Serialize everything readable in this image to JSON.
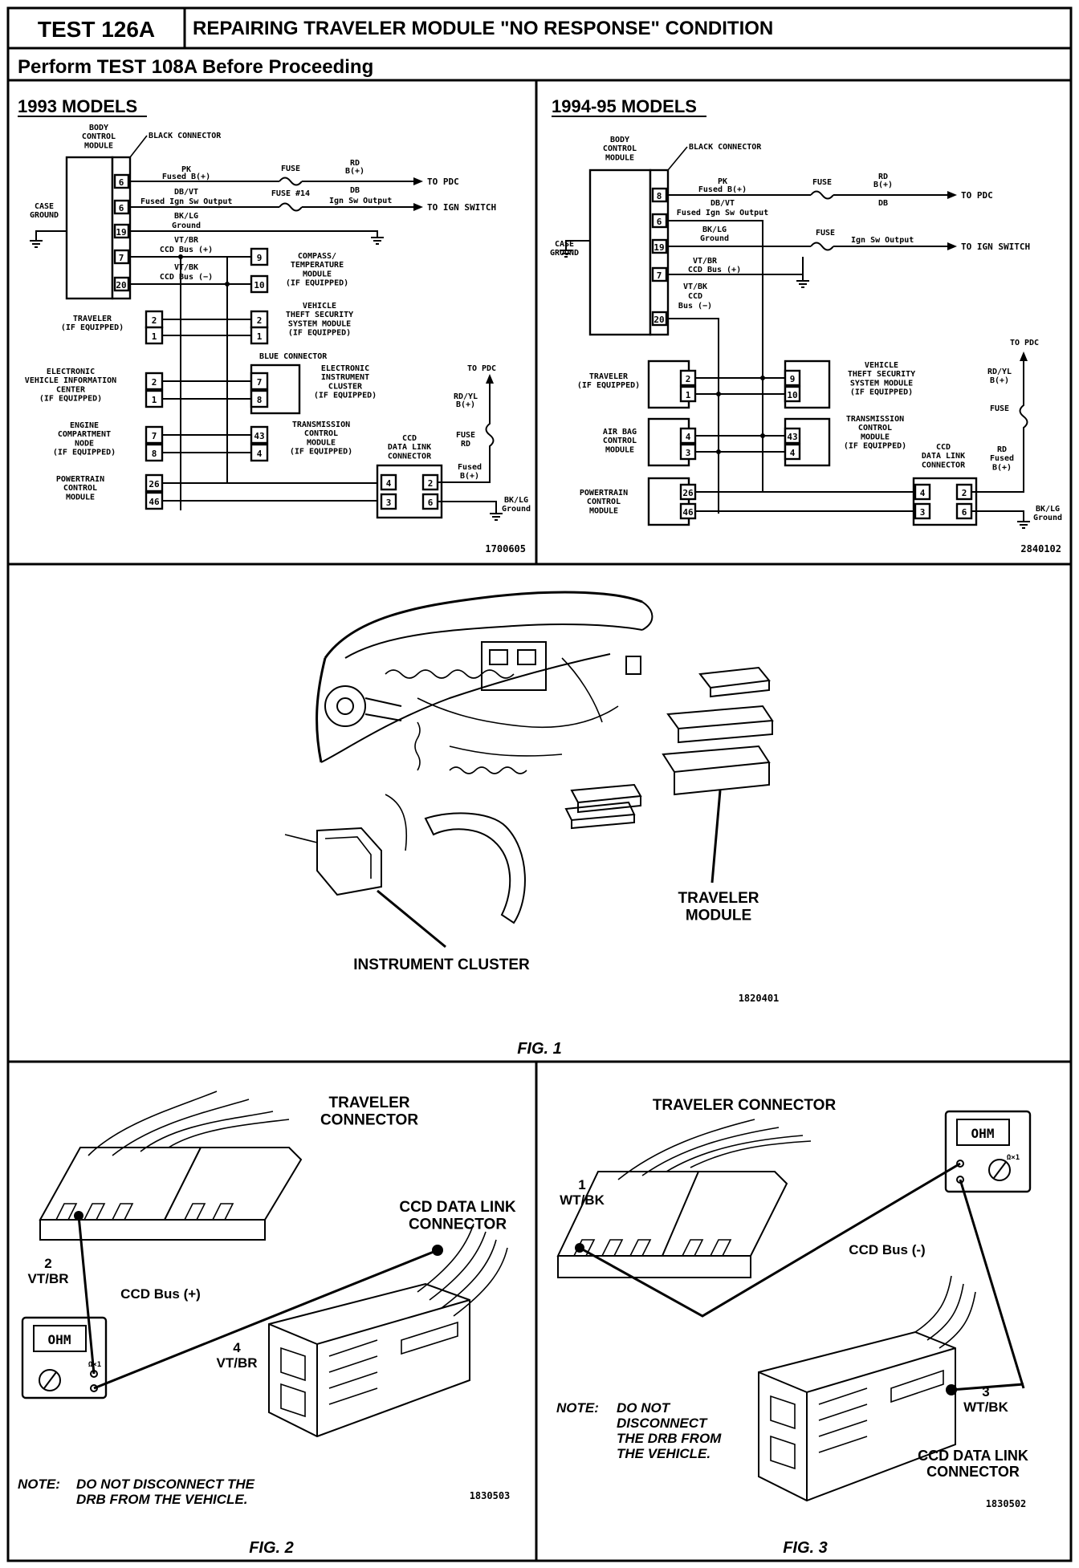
{
  "header": {
    "test_id": "TEST 126A",
    "title": "REPAIRING TRAVELER MODULE \"NO RESPONSE\" CONDITION",
    "subtitle": "Perform TEST 108A Before Proceeding"
  },
  "left_diagram": {
    "heading": "1993 MODELS",
    "bcm": "BODY|CONTROL|MODULE",
    "black_connector": "BLACK CONNECTOR",
    "case_ground": "CASE|GROUND",
    "pins": [
      "6",
      "6",
      "19",
      "7",
      "20"
    ],
    "pk": "PK",
    "fused_b": "Fused B(+)",
    "fuse": "FUSE",
    "rd": "RD",
    "b_plus": "B(+)",
    "to_pdc": "TO PDC",
    "dbvt": "DB/VT",
    "fused_ign": "Fused Ign Sw Output",
    "fuse14": "FUSE #14",
    "db": "DB",
    "ign_out": "Ign Sw Output",
    "to_ign": "TO IGN SWITCH",
    "bklg": "BK/LG",
    "ground": "Ground",
    "vtbr": "VT/BR",
    "ccd_plus": "CCD Bus (+)",
    "vtbk": "VT/BK",
    "ccd_minus": "CCD Bus (−)",
    "compass": "COMPASS/|TEMPERATURE|MODULE|(IF EQUIPPED)",
    "compass_pins": [
      "9",
      "10"
    ],
    "vtss": "VEHICLE|THEFT SECURITY|SYSTEM MODULE|(IF EQUIPPED)",
    "vtss_pins": [
      "2",
      "1"
    ],
    "traveler": "TRAVELER|(IF EQUIPPED)",
    "traveler_pins": [
      "2",
      "1"
    ],
    "evic": "ELECTRONIC|VEHICLE INFORMATION|CENTER|(IF EQUIPPED)",
    "evic_pins": [
      "2",
      "1"
    ],
    "blue_connector": "BLUE CONNECTOR",
    "eic": "ELECTRONIC|INSTRUMENT|CLUSTER|(IF EQUIPPED)",
    "eic_pins": [
      "7",
      "8"
    ],
    "ecn": "ENGINE|COMPARTMENT|NODE|(IF EQUIPPED)",
    "ecn_pins": [
      "7",
      "8"
    ],
    "tcm": "TRANSMISSION|CONTROL|MODULE|(IF EQUIPPED)",
    "tcm_pins": [
      "43",
      "4"
    ],
    "pcm": "POWERTRAIN|CONTROL|MODULE",
    "pcm_pins": [
      "26",
      "46"
    ],
    "ccd_dlc": "CCD|DATA LINK|CONNECTOR",
    "dlc_pins": [
      "4",
      "2",
      "3",
      "6"
    ],
    "rdyl": "RD/YL",
    "fuse_rd": "FUSE|RD",
    "fused_b2": "Fused|B(+)",
    "bklg_ground": "BK/LG|Ground",
    "fig_number": "1700605"
  },
  "right_diagram": {
    "heading": "1994-95 MODELS",
    "bcm": "BODY|CONTROL|MODULE",
    "black_connector": "BLACK CONNECTOR",
    "case_ground": "CASE|GROUND",
    "pins": [
      "8",
      "6",
      "19",
      "7",
      "20"
    ],
    "pk": "PK",
    "fused_b": "Fused B(+)",
    "fuse": "FUSE",
    "rd": "RD",
    "b_plus": "B(+)",
    "to_pdc": "TO PDC",
    "db": "DB",
    "dbvt": "DB/VT",
    "fused_ign": "Fused Ign Sw Output",
    "bklg": "BK/LG",
    "ground": "Ground",
    "ign_out": "Ign Sw Output",
    "to_ign": "TO IGN SWITCH",
    "vtbr": "VT/BR",
    "ccd_plus": "CCD Bus (+)",
    "vtbk": "VT/BK",
    "ccd": "CCD",
    "bus_minus": "Bus (−)",
    "traveler": "TRAVELER|(IF EQUIPPED)",
    "traveler_pins": [
      "2",
      "1"
    ],
    "vtss": "VEHICLE|THEFT SECURITY|SYSTEM MODULE|(IF EQUIPPED)",
    "vtss_pins": [
      "9",
      "10"
    ],
    "airbag": "AIR BAG|CONTROL|MODULE",
    "airbag_pins": [
      "4",
      "3"
    ],
    "tcm": "TRANSMISSION|CONTROL|MODULE|(IF EQUIPPED)",
    "tcm_pins": [
      "43",
      "4"
    ],
    "pcm": "POWERTRAIN|CONTROL|MODULE",
    "pcm_pins": [
      "26",
      "46"
    ],
    "ccd_dlc": "CCD|DATA LINK|CONNECTOR",
    "dlc_pins": [
      "4",
      "2",
      "3",
      "6"
    ],
    "to_pdc_top": "TO PDC",
    "rdyl": "RD/YL|B(+)",
    "fuse_v": "FUSE",
    "rd_fused": "RD|Fused|B(+)",
    "bklg_ground": "BK/LG|Ground",
    "fig_number": "2840102"
  },
  "fig1": {
    "traveler_label": "TRAVELER|MODULE",
    "cluster_label": "INSTRUMENT CLUSTER",
    "fig_number": "1820401",
    "caption": "FIG. 1"
  },
  "fig2": {
    "traveler_connector": "TRAVELER|CONNECTOR",
    "ccd_connector": "CCD DATA LINK|CONNECTOR",
    "pin2": "2|VT/BR",
    "ccd_bus": "CCD Bus (+)",
    "pin4": "4|VT/BR",
    "ohm": "OHM",
    "range": "Ω×1",
    "note_label": "NOTE:",
    "note_text": "DO NOT DISCONNECT THE|DRB FROM THE VEHICLE.",
    "fig_number": "1830503",
    "caption": "FIG. 2"
  },
  "fig3": {
    "traveler_connector": "TRAVELER CONNECTOR",
    "pin1": "1|WT/BK",
    "ccd_bus": "CCD Bus (-)",
    "ohm": "OHM",
    "range": "Ω×1",
    "pin3": "3|WT/BK",
    "note_label": "NOTE:",
    "note_text": "DO NOT|DISCONNECT|THE DRB FROM|THE VEHICLE.",
    "ccd_connector": "CCD DATA LINK|CONNECTOR",
    "fig_number": "1830502",
    "caption": "FIG. 3"
  }
}
